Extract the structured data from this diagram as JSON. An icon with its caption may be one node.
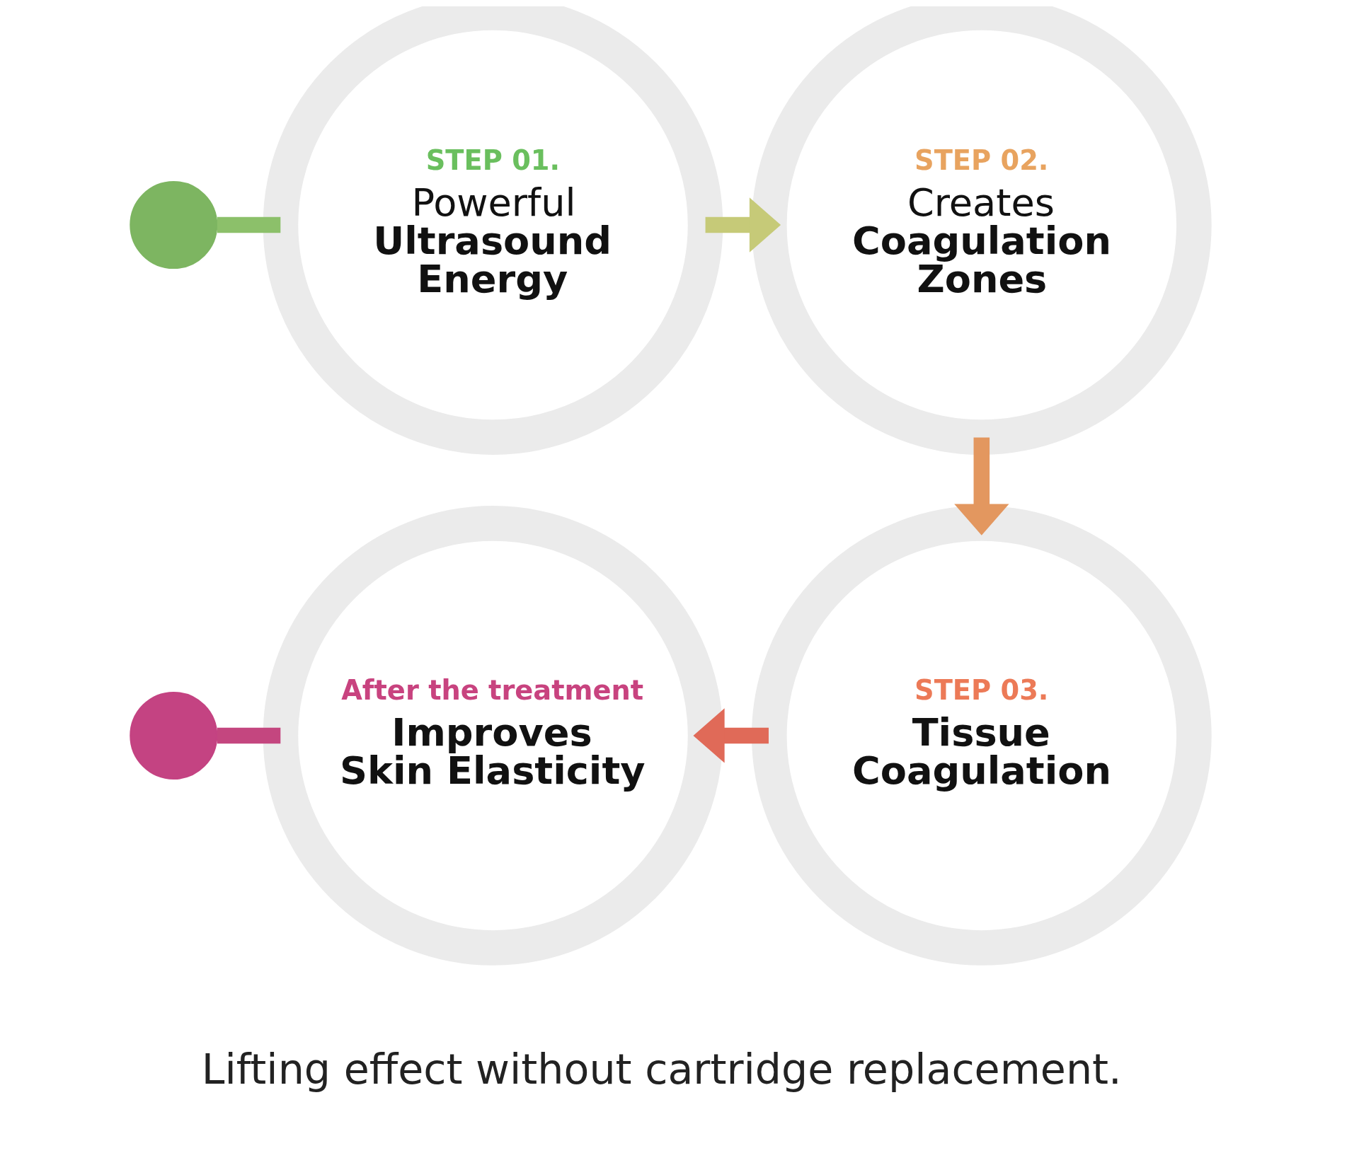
{
  "diagram": {
    "caption": "Lifting effect without cartridge replacement.",
    "nodes": [
      {
        "text": [],
        "shape": "circle"
      },
      {
        "text": [
          "STEP 01.",
          "Powerful **Ultrasound Energy**"
        ]
      },
      {
        "text": [
          "STEP 02.",
          "Creates **Coagulation Zones**"
        ]
      },
      {
        "text": [],
        "shape": "circle"
      },
      {
        "text": [
          "After the treatment",
          "**Improves Skin Elasticity**"
        ]
      },
      {
        "text": [
          "STEP 03.",
          "**Tissue Coagulation**"
        ]
      }
    ],
    "edges": [
      {
        "from": 0,
        "to": 1,
        "arrow": "none",
        "color": "#8cc06a"
      },
      {
        "from": 1,
        "to": 2,
        "arrow": "to",
        "color": "#c6ca78"
      },
      {
        "from": 2,
        "to": 5,
        "arrow": "to",
        "color": "#e3975f"
      },
      {
        "from": 5,
        "to": 4,
        "arrow": "to",
        "color": "#e06a58"
      },
      {
        "from": 4,
        "to": 3,
        "arrow": "none",
        "color": "#c4467f"
      }
    ]
  }
}
